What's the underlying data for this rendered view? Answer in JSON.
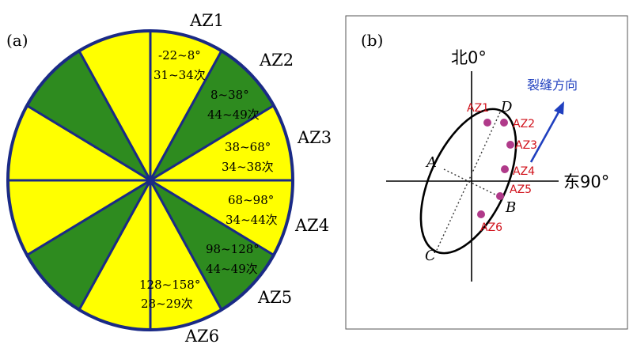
{
  "panel_a": {
    "label": "(a)",
    "colors": {
      "yellow": "#ffff00",
      "green": "#2e8b1f",
      "line": "#1a2a86"
    },
    "sectors": [
      {
        "label": "AZ1",
        "range": "-22~8°",
        "count": "31~34次"
      },
      {
        "label": "AZ2",
        "range": "8~38°",
        "count": "44~49次"
      },
      {
        "label": "AZ3",
        "range": "38~68°",
        "count": "34~38次"
      },
      {
        "label": "AZ4",
        "range": "68~98°",
        "count": "34~44次"
      },
      {
        "label": "AZ5",
        "range": "98~128°",
        "count": "44~49次"
      },
      {
        "label": "AZ6",
        "range": "128~158°",
        "count": "28~29次"
      }
    ]
  },
  "panel_b": {
    "label": "(b)",
    "north": "北0°",
    "east": "东90°",
    "crack_direction": "裂缝方向",
    "points": {
      "A": "A",
      "B": "B",
      "C": "C",
      "D": "D"
    },
    "az_labels": [
      "AZ1",
      "AZ2",
      "AZ3",
      "AZ4",
      "AZ5",
      "AZ6"
    ],
    "colors": {
      "marker": "#b03a8a",
      "az_text": "#d0101a",
      "arrow": "#1f3fbf"
    }
  }
}
